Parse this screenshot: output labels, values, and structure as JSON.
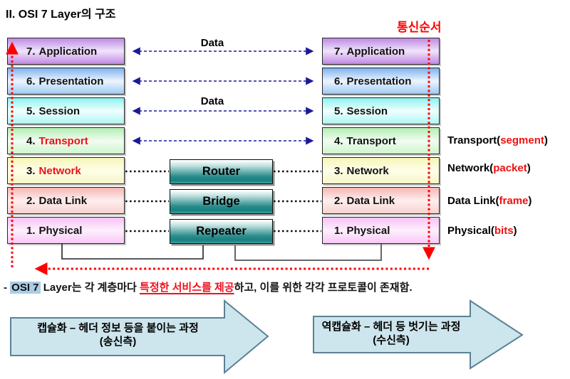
{
  "title": "II. OSI 7 Layer의 구조",
  "legend": "통신순서",
  "layers": [
    {
      "num": "7.",
      "name": "Application",
      "color": "#cc99ff"
    },
    {
      "num": "6.",
      "name": "Presentation",
      "color": "#99ccff"
    },
    {
      "num": "5.",
      "name": "Session",
      "color": "#99ffff"
    },
    {
      "num": "4.",
      "name": "Transport",
      "color": "#ccffcc",
      "left_name_red": true
    },
    {
      "num": "3.",
      "name": "Network",
      "color": "#ffffcc",
      "left_name_red": true
    },
    {
      "num": "2.",
      "name": "Data Link",
      "color": "#ffcccc"
    },
    {
      "num": "1.",
      "name": "Physical",
      "color": "#ffccff"
    }
  ],
  "devices": [
    {
      "label": "Router"
    },
    {
      "label": "Bridge"
    },
    {
      "label": "Repeater"
    }
  ],
  "data_labels": {
    "top": "Data",
    "middle": "Data"
  },
  "pdu_labels": [
    {
      "prefix": "Transport(",
      "unit": "segment",
      "suffix": ")"
    },
    {
      "prefix": "Network(",
      "unit": "packet",
      "suffix": ")"
    },
    {
      "prefix": "Data Link(",
      "unit": "frame",
      "suffix": ")"
    },
    {
      "prefix": "Physical(",
      "unit": "bits",
      "suffix": ")"
    }
  ],
  "note": {
    "dash": "- ",
    "highlight": "OSI 7",
    "mid": " Layer는 각 계층마다 ",
    "red_underline": "특정한 서비스를 제공",
    "tail": "하고, 이를 위한 각각 프로토콜이 존재함."
  },
  "process_arrows": [
    {
      "line1": "캡슐화 – 헤더 정보 등을 붙이는 과정",
      "line2": "(송신측)"
    },
    {
      "line1": "역캡슐화 – 헤더 등 벗기는 과정",
      "line2": "(수신측)"
    }
  ],
  "colors": {
    "accent_red": "#ff0000",
    "dashed_arrow_navy": "#1a1a99",
    "device_teal": "#1d8584",
    "process_arrow_fill": "#cde5ec",
    "process_arrow_border": "#5b8296",
    "highlight_bg": "#aacde4"
  }
}
